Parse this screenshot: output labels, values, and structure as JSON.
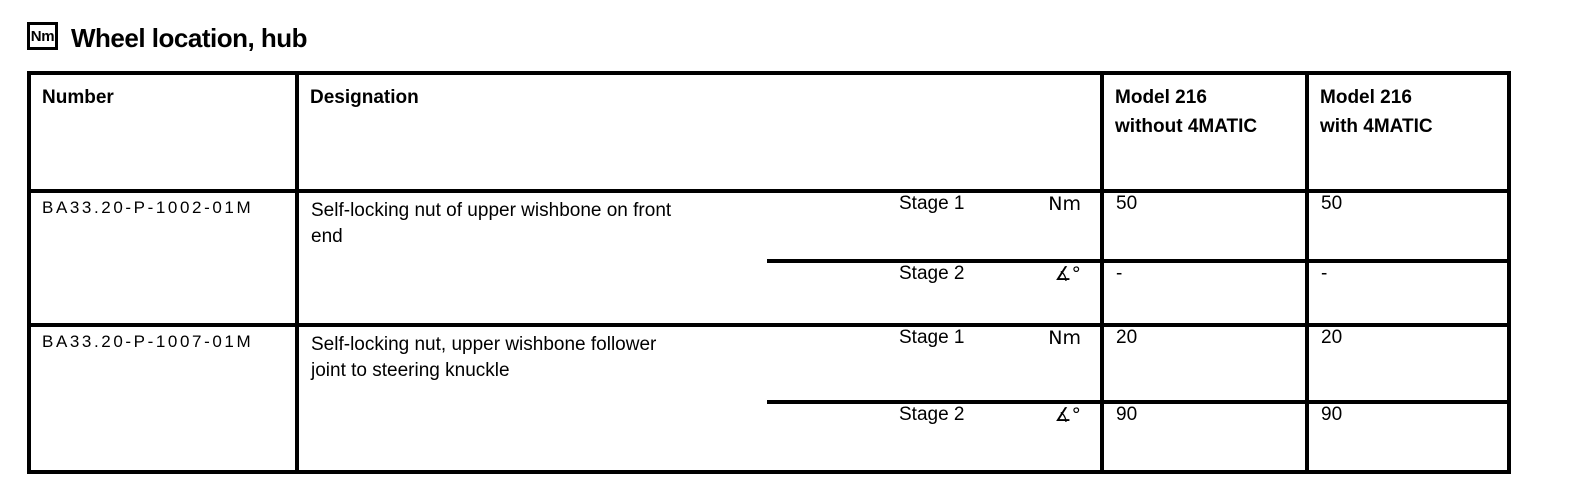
{
  "page": {
    "title": "Wheel location, hub",
    "title_icon": "Nm"
  },
  "table": {
    "headers": {
      "number": "Number",
      "designation": "Designation",
      "model_without": "Model 216\nwithout 4MATIC",
      "model_with": "Model 216\nwith 4MATIC"
    },
    "rows": [
      {
        "number": "BA33.20-P-1002-01M",
        "designation": "Self-locking nut of upper wishbone on front\nend",
        "stages": [
          {
            "label": "Stage 1",
            "unit": "Nm",
            "without": "50",
            "with": "50"
          },
          {
            "label": "Stage 2",
            "unit": "∡°",
            "without": "-",
            "with": "-"
          }
        ]
      },
      {
        "number": "BA33.20-P-1007-01M",
        "designation": "Self-locking nut, upper wishbone follower\njoint to steering knuckle",
        "stages": [
          {
            "label": "Stage 1",
            "unit": "Nm",
            "without": "20",
            "with": "20"
          },
          {
            "label": "Stage 2",
            "unit": "∡°",
            "without": "90",
            "with": "90"
          }
        ]
      }
    ]
  }
}
